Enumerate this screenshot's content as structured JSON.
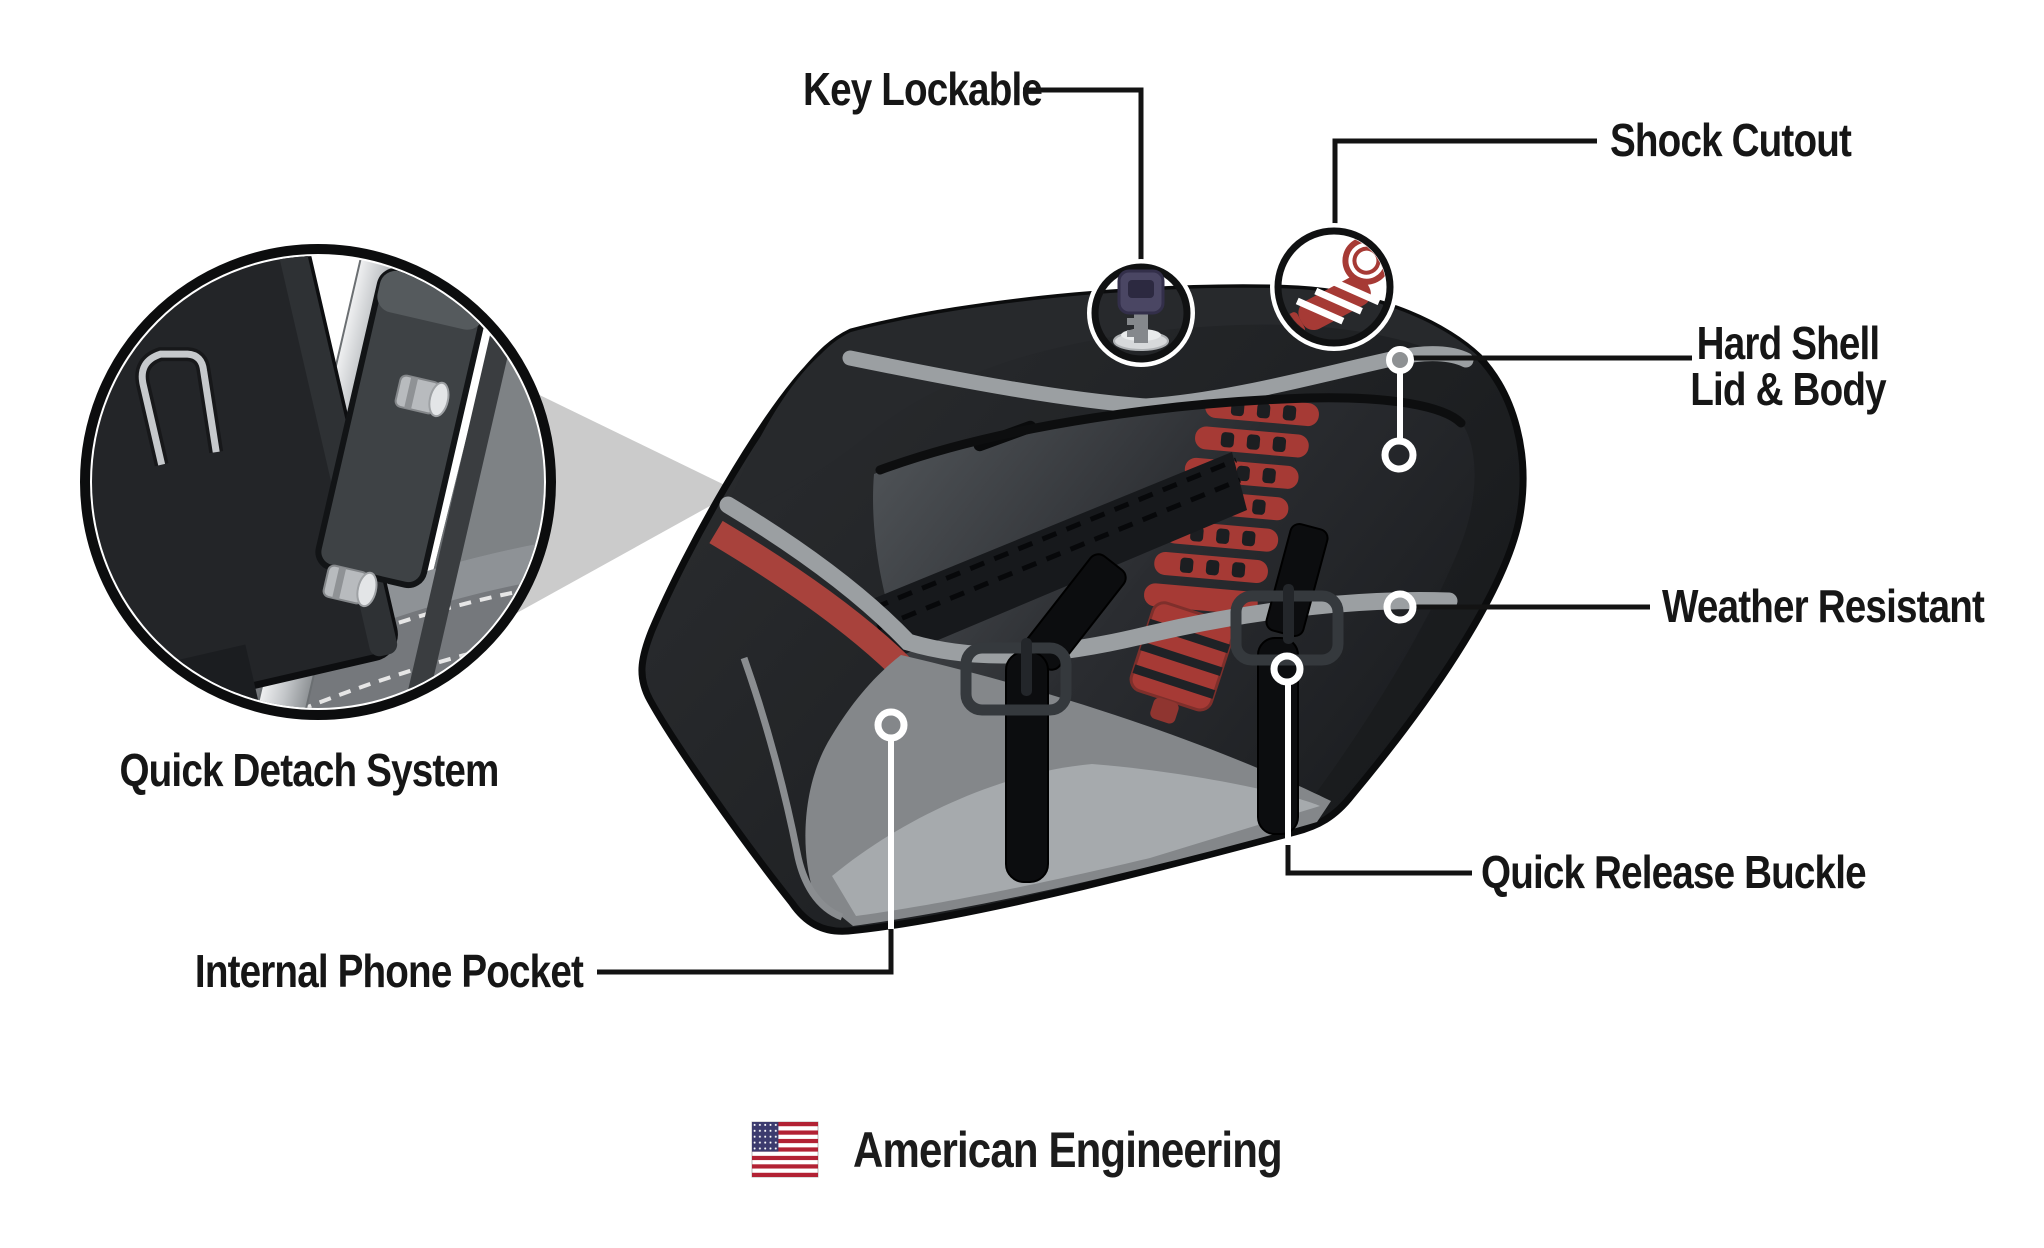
{
  "diagram": {
    "labels": {
      "key_lockable": "Key Lockable",
      "shock_cutout": "Shock Cutout",
      "hard_shell_1": "Hard Shell",
      "hard_shell_2": "Lid & Body",
      "weather_resistant": "Weather Resistant",
      "quick_release_buckle": "Quick Release Buckle",
      "internal_phone_pocket": "Internal Phone Pocket",
      "quick_detach_system": "Quick Detach System"
    },
    "footer": {
      "american_engineering": "American Engineering"
    },
    "icons": [
      "key-icon",
      "shock-absorber-icon",
      "us-flag-icon",
      "quick-detach-magnifier-inset"
    ],
    "colors": {
      "label_text": "#161616",
      "accent_red_stripe": "#a8423c",
      "shock_red": "#a63a35",
      "trim_gray": "#9b9fa2",
      "bag_black": "#1a1c1e",
      "gusset_gray": "#84878a",
      "flag_red": "#b22234",
      "flag_blue": "#3c3b6e"
    }
  }
}
